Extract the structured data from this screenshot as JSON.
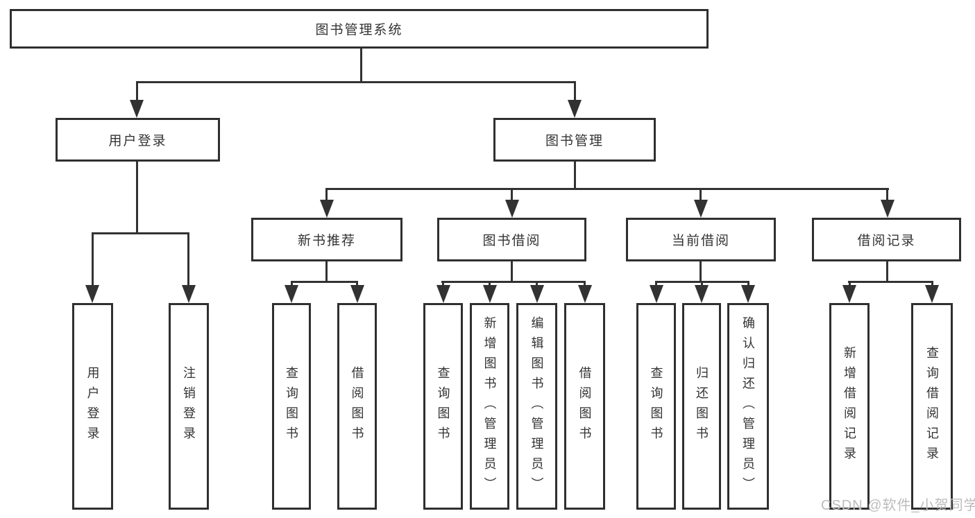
{
  "diagram_title": "图书管理系统",
  "colors": {
    "line": "#323232",
    "box_border": "#2f2f2f",
    "text": "#333333",
    "watermark": "#bcbcbc"
  },
  "tree": {
    "label": "图书管理系统",
    "children": [
      {
        "label": "用户登录",
        "children": [
          {
            "label": "用户登录"
          },
          {
            "label": "注销登录"
          }
        ]
      },
      {
        "label": "图书管理",
        "children": [
          {
            "label": "新书推荐",
            "children": [
              {
                "label": "查询图书"
              },
              {
                "label": "借阅图书"
              }
            ]
          },
          {
            "label": "图书借阅",
            "children": [
              {
                "label": "查询图书"
              },
              {
                "label": "新增图书（管理员）"
              },
              {
                "label": "编辑图书（管理员）"
              },
              {
                "label": "借阅图书"
              }
            ]
          },
          {
            "label": "当前借阅",
            "children": [
              {
                "label": "查询图书"
              },
              {
                "label": "归还图书"
              },
              {
                "label": "确认归还（管理员）"
              }
            ]
          },
          {
            "label": "借阅记录",
            "children": [
              {
                "label": "新增借阅记录"
              },
              {
                "label": "查询借阅记录"
              }
            ]
          }
        ]
      }
    ]
  },
  "watermark": {
    "text": "CSDN @软件_小贺同学"
  }
}
